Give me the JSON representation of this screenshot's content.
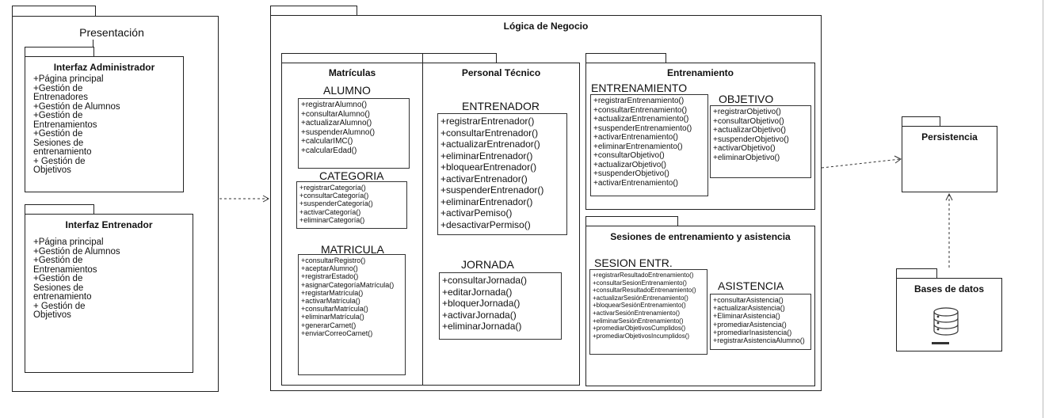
{
  "presentacion": {
    "title": "Presentación",
    "admin": {
      "title": "Interfaz Administrador",
      "items": "+Página principal\n+Gestión de\nEntrenadores\n+Gestión de Alumnos\n+Gestión de\nEntrenamientos\n+Gestión de\nSesiones de\nentrenamiento\n+ Gestión de\nObjetivos"
    },
    "entrenador": {
      "title": "Interfaz Entrenador",
      "items": "+Página principal\n+Gestión de Alumnos\n+Gestión de\nEntrenamientos\n+Gestión de\nSesiones de\nentrenamiento\n+ Gestión de\nObjetivos"
    }
  },
  "logica": {
    "title": "Lógica de Negocio",
    "matriculas": {
      "title": "Matrículas",
      "alumno": {
        "name": "ALUMNO",
        "ops": [
          "+registrarAlumno()",
          "+consultarAlumno()",
          "+actualizarAlumno()",
          "+suspenderAlumno()",
          "+calcularIMC()",
          "+calcularEdad()"
        ]
      },
      "categoria": {
        "name": "CATEGORIA",
        "ops": [
          "+registrarCategoría()",
          "+consultarCategoría()",
          "+suspenderCategoría()",
          "+activarCategoría()",
          "+eliminarCategoría()"
        ]
      },
      "matricula": {
        "name": "MATRICULA",
        "ops": [
          "+consultarRegistro()",
          "+aceptarAlumno()",
          "+registrarEstado()",
          "+asignarCategoríaMatrícula()",
          "+registarMatrícula()",
          "+activarMatrícula()",
          "+consultarMatrícula()",
          "+eliminarMatrícula()",
          "+generarCarnet()",
          "+enviarCorreoCarnet()"
        ]
      }
    },
    "personal": {
      "title": "Personal Técnico",
      "entrenador": {
        "name": "ENTRENADOR",
        "ops": [
          "+registrarEntrenador()",
          "+consultarEntrenador()",
          "+actualizarEntrenador()",
          "+eliminarEntrenador()",
          "+bloquearEntrenador()",
          "+activarEntrenador()",
          "+suspenderEntrenador()",
          "+eliminarEntrenador()",
          "+activarPemiso()",
          "+desactivarPermiso()"
        ]
      },
      "jornada": {
        "name": "JORNADA",
        "ops": [
          "+consultarJornada()",
          "+editarJornada()",
          "+bloquerJornada()",
          "+activarJornada()",
          "+eliminarJornada()"
        ]
      }
    },
    "entrenamiento": {
      "title": "Entrenamiento",
      "entrenamiento": {
        "name": "ENTRENAMIENTO",
        "ops": [
          "+registrarEntrenamiento()",
          "+consultarEntrenamiento()",
          "+actualizarEntrenamiento()",
          "+suspenderEntrenamiento()",
          "+activarEntrenamiento()",
          "+eliminarEntrenamiento()",
          "+consultarObjetivo()",
          "+actualizarObjetivo()",
          "+suspenderObjetivo()",
          "+activarEntrenamiento()"
        ]
      },
      "objetivo": {
        "name": "OBJETIVO",
        "ops": [
          "+registrarObjetivo()",
          "+consultarObjetivo()",
          "+actualizarObjetivo()",
          "+suspenderObjetivo()",
          "+activarObjetivo()",
          "+eliminarObjetivo()"
        ]
      }
    },
    "sesiones": {
      "title": "Sesiones de entrenamiento y asistencia",
      "sesion": {
        "name": "SESION ENTR.",
        "ops": [
          "+registrarResultadoEntrenamiento()",
          "+consultarSesionEntrenamiento()",
          "+consultarResultadoEntrenamiento()",
          "+actualizarSesiónEntrenamiento()",
          "+bloquearSesiónEntrenamiento()",
          "+activarSesiónEntrenamiento()",
          "+eliminarSesiónEntrenamiento()",
          "+promediarObjetivosCumplidos()",
          "+promediarObjetivosIncumplidos()"
        ]
      },
      "asistencia": {
        "name": "ASISTENCIA",
        "ops": [
          "+consultarAsistencia()",
          "+actualizarAsistencia()",
          "+EliminarAsistencia()",
          "+promediarAsistencia()",
          "+promediarInasistencia()",
          "+registrarAsistenciaAlumno()"
        ]
      }
    }
  },
  "persistencia": {
    "title": "Persistencia"
  },
  "bases": {
    "title": "Bases de datos",
    "icon": "database-icon"
  }
}
